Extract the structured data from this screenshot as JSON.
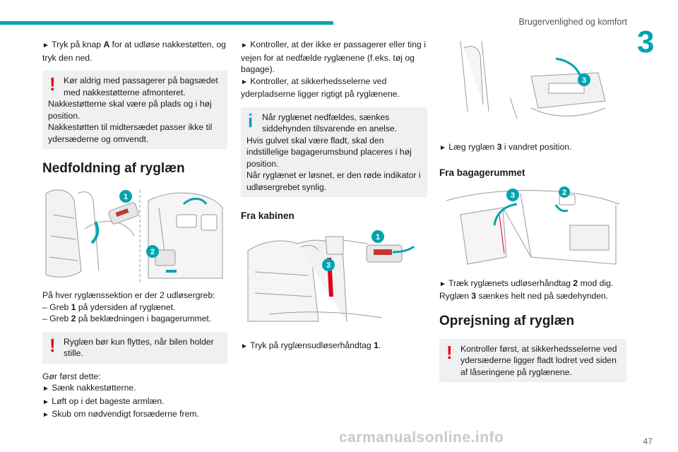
{
  "header": {
    "title": "Brugervenlighed og komfort",
    "chapter": "3"
  },
  "page_number": "47",
  "watermark": "carmanualsonline.info",
  "col1": {
    "p1_pre": "Tryk på knap ",
    "p1_bold": "A",
    "p1_post": " for at udløse nakkestøtten, og tryk den ned.",
    "warn1_line1": "Kør aldrig med passagerer på bagsædet med nakkestøtterne afmonteret.",
    "warn1_line2": "Nakkestøtterne skal være på plads og i høj position.",
    "warn1_line3": "Nakkestøtten til midtersædet passer ikke til ydersæderne og omvendt.",
    "section_title": "Nedfoldning af ryglæn",
    "illus_labels": [
      "1",
      "2"
    ],
    "intro": "På hver ryglænssektion er der 2 udløsergreb:",
    "li1_pre": "– Greb ",
    "li1_bold": "1",
    "li1_post": " på ydersiden af ryglænet.",
    "li2_pre": "– Greb ",
    "li2_bold": "2",
    "li2_post": " på beklædningen i bagagerummet.",
    "warn2": "Ryglæn bør kun flyttes, når bilen holder stille.",
    "first": "Gør først dette:",
    "step1": "Sænk nakkestøtterne.",
    "step2": "Løft op i det bageste armlæn.",
    "step3": "Skub om nødvendigt forsæderne frem."
  },
  "col2": {
    "step1": "Kontroller, at der ikke er passagerer eller ting i vejen for at nedfælde ryglænene (f.eks. tøj og bagage).",
    "step2": "Kontroller, at sikkerhedsselerne ved yderpladserne ligger rigtigt på ryglænene.",
    "info_line1": "Når ryglænet nedfældes, sænkes siddehynden tilsvarende en anelse.",
    "info_line2": "Hvis gulvet skal være fladt, skal den indstillelige bagagerumsbund placeres i høj position.",
    "info_line3": "Når ryglænet er løsnet, er den røde indikator i udløsergrebet synlig.",
    "sub_title": "Fra kabinen",
    "illus_labels": [
      "1",
      "3"
    ],
    "step3_pre": "Tryk på ryglænsudløserhåndtag ",
    "step3_bold": "1",
    "step3_post": "."
  },
  "col3": {
    "illus1_label": "3",
    "step1_pre": "Læg ryglæn ",
    "step1_bold": "3",
    "step1_post": " i vandret position.",
    "sub_title": "Fra bagagerummet",
    "illus2_labels": [
      "3",
      "2"
    ],
    "step2_pre": "Træk ryglænets udløserhåndtag ",
    "step2_bold": "2",
    "step2_post": " mod dig.",
    "p_pre": "Ryglæn ",
    "p_bold": "3",
    "p_post": " sænkes helt ned på sædehynden.",
    "section_title": "Oprejsning af ryglæn",
    "warn": "Kontroller først, at sikkerhedsselerne ved ydersæderne ligger fladt lodret ved siden af låseringene på ryglænene."
  },
  "symbols": {
    "arrow": "►",
    "warn": "!",
    "info": "i"
  },
  "colors": {
    "accent": "#00a3b0",
    "warning": "#e2001a",
    "box_bg": "#eef0f1"
  }
}
